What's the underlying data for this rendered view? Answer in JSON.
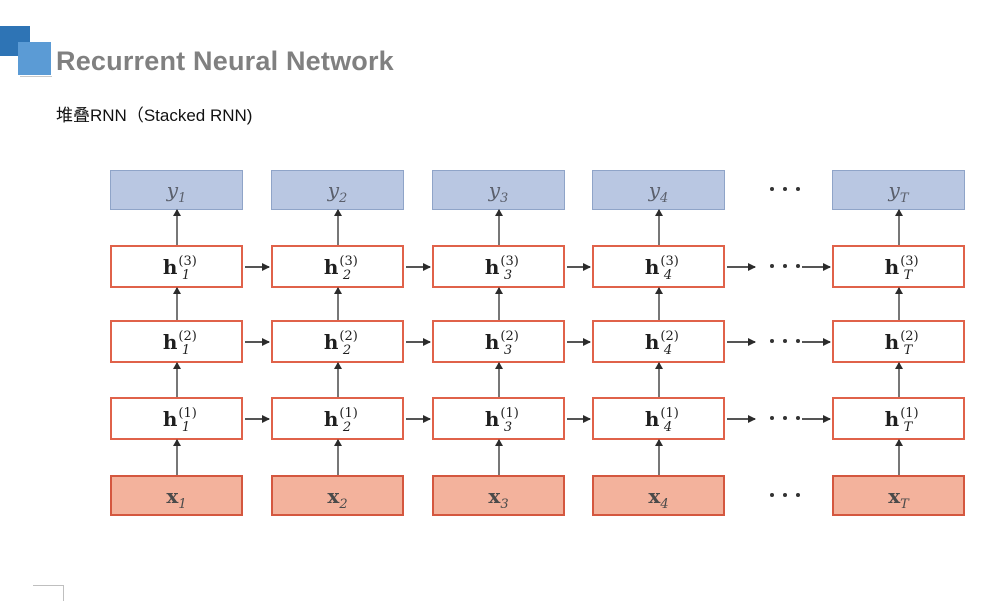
{
  "slide": {
    "title": "Recurrent Neural Network",
    "subtitle": "堆叠RNN（Stacked RNN)"
  },
  "diagram": {
    "name": "stacked-rnn-unrolled-diagram",
    "colors": {
      "output_fill": "#b9c7e2",
      "output_border": "#8fa4c8",
      "hidden_fill": "#ffffff",
      "hidden_border": "#e0624a",
      "input_fill": "#f3b29c",
      "input_border": "#d4573f",
      "arrow": "#555555",
      "title_color": "#808080",
      "accent_dark": "#2e74b5",
      "accent_light": "#5b9bd5"
    },
    "timesteps": [
      "1",
      "2",
      "3",
      "4",
      "T"
    ],
    "layers": [
      "(1)",
      "(2)",
      "(3)"
    ],
    "rows": [
      {
        "id": "output-row",
        "role": "output",
        "base": "y",
        "cells": [
          {
            "base": "y",
            "sub": "1",
            "sup": "",
            "text": "y1"
          },
          {
            "base": "y",
            "sub": "2",
            "sup": "",
            "text": "y2"
          },
          {
            "base": "y",
            "sub": "3",
            "sup": "",
            "text": "y3"
          },
          {
            "base": "y",
            "sub": "4",
            "sup": "",
            "text": "y4"
          },
          {
            "base": "y",
            "sub": "T",
            "sup": "",
            "text": "yT"
          }
        ]
      },
      {
        "id": "hidden-layer-3-row",
        "role": "hidden",
        "base": "h",
        "cells": [
          {
            "base": "h",
            "sub": "1",
            "sup": "(3)",
            "text": "h1(3)"
          },
          {
            "base": "h",
            "sub": "2",
            "sup": "(3)",
            "text": "h2(3)"
          },
          {
            "base": "h",
            "sub": "3",
            "sup": "(3)",
            "text": "h3(3)"
          },
          {
            "base": "h",
            "sub": "4",
            "sup": "(3)",
            "text": "h4(3)"
          },
          {
            "base": "h",
            "sub": "T",
            "sup": "(3)",
            "text": "hT(3)"
          }
        ]
      },
      {
        "id": "hidden-layer-2-row",
        "role": "hidden",
        "base": "h",
        "cells": [
          {
            "base": "h",
            "sub": "1",
            "sup": "(2)",
            "text": "h1(2)"
          },
          {
            "base": "h",
            "sub": "2",
            "sup": "(2)",
            "text": "h2(2)"
          },
          {
            "base": "h",
            "sub": "3",
            "sup": "(2)",
            "text": "h3(2)"
          },
          {
            "base": "h",
            "sub": "4",
            "sup": "(2)",
            "text": "h4(2)"
          },
          {
            "base": "h",
            "sub": "T",
            "sup": "(2)",
            "text": "hT(2)"
          }
        ]
      },
      {
        "id": "hidden-layer-1-row",
        "role": "hidden",
        "base": "h",
        "cells": [
          {
            "base": "h",
            "sub": "1",
            "sup": "(1)",
            "text": "h1(1)"
          },
          {
            "base": "h",
            "sub": "2",
            "sup": "(1)",
            "text": "h2(1)"
          },
          {
            "base": "h",
            "sub": "3",
            "sup": "(1)",
            "text": "h3(1)"
          },
          {
            "base": "h",
            "sub": "4",
            "sup": "(1)",
            "text": "h4(1)"
          },
          {
            "base": "h",
            "sub": "T",
            "sup": "(1)",
            "text": "hT(1)"
          }
        ]
      },
      {
        "id": "input-row",
        "role": "input",
        "base": "x",
        "cells": [
          {
            "base": "x",
            "sub": "1",
            "sup": "",
            "text": "x1"
          },
          {
            "base": "x",
            "sub": "2",
            "sup": "",
            "text": "x2"
          },
          {
            "base": "x",
            "sub": "3",
            "sup": "",
            "text": "x3"
          },
          {
            "base": "x",
            "sub": "4",
            "sup": "",
            "text": "x4"
          },
          {
            "base": "x",
            "sub": "T",
            "sup": "",
            "text": "xT"
          }
        ]
      }
    ],
    "ellipsis_glyph": "···"
  }
}
